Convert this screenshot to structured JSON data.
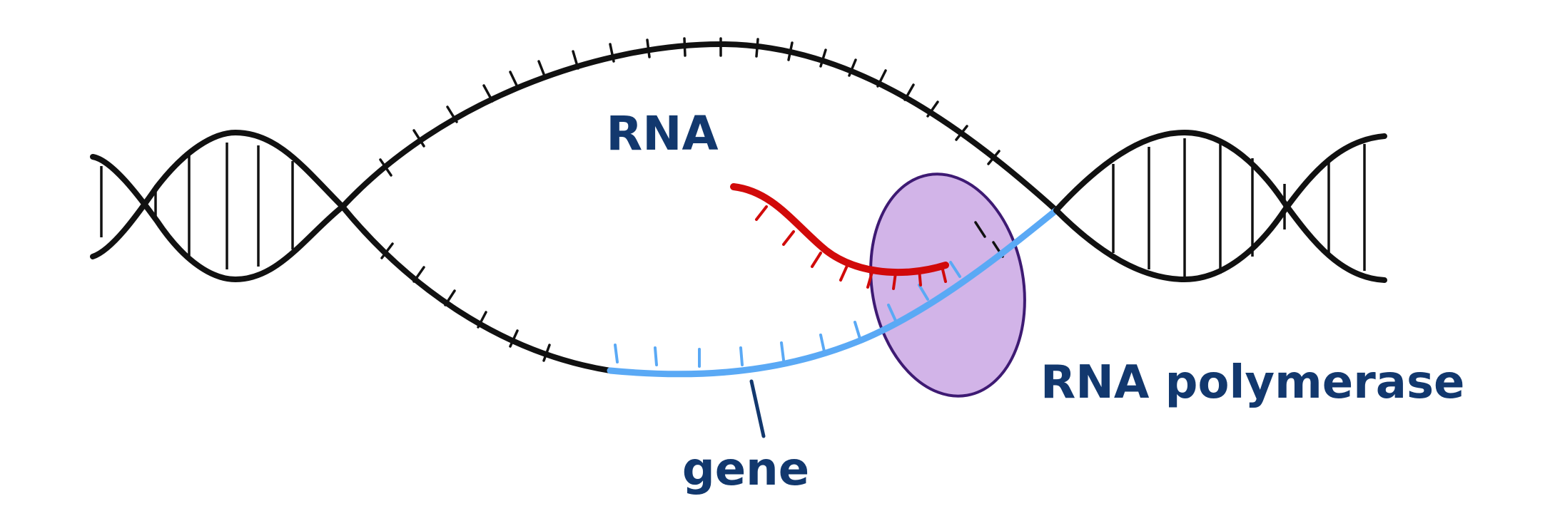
{
  "labels": {
    "rna": "RNA",
    "rna_polymerase": "RNA polymerase",
    "gene": "gene"
  },
  "colors": {
    "dna": "#111111",
    "rna_strand": "#d10a0a",
    "gene_strand": "#5aa9f5",
    "polymerase_fill": "#d2b4e8",
    "polymerase_stroke": "#3e1a73",
    "label_text": "#12386e"
  }
}
